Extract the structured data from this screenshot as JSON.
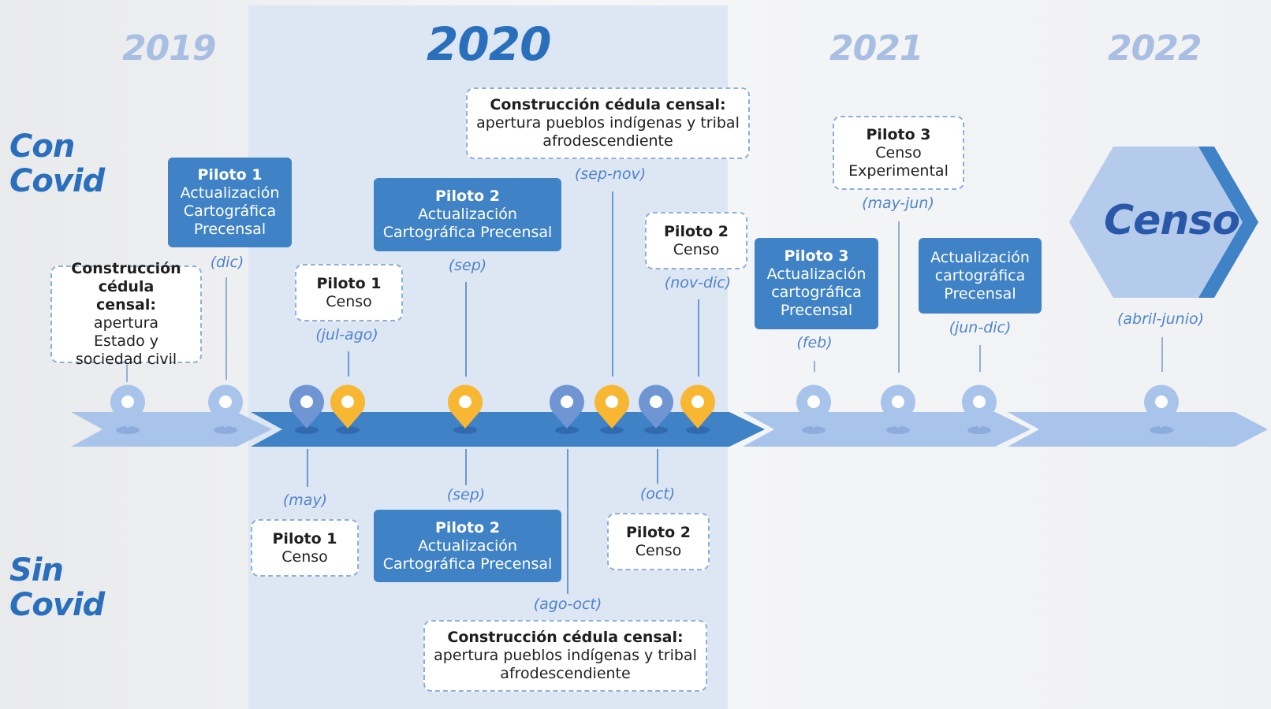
{
  "years": {
    "y2019": "2019",
    "y2020": "2020",
    "y2021": "2021",
    "y2022": "2022"
  },
  "rows": {
    "con_covid": [
      "Con",
      "Covid"
    ],
    "sin_covid": [
      "Sin",
      "Covid"
    ]
  },
  "colors": {
    "accent": "#2a6fbc",
    "box_solid": "#3f82c6",
    "pin_light": "#a9c4ea",
    "pin_blue": "#6f96d3",
    "pin_yellow": "#f8b733",
    "band_2020": "#dde6f3"
  },
  "top": {
    "construccion_estado": {
      "title": "Construcción cédula censal:",
      "body": "apertura Estado y sociedad civil"
    },
    "piloto1_act": {
      "title": "Piloto 1",
      "body1": "Actualización",
      "body2": "Cartográfica",
      "body3": "Precensal",
      "date": "(dic)"
    },
    "piloto1_censo": {
      "title": "Piloto 1",
      "body": "Censo",
      "date": "(jul-ago)"
    },
    "piloto2_act": {
      "title": "Piloto 2",
      "body1": "Actualización",
      "body2": "Cartográfica Precensal",
      "date": "(sep)"
    },
    "construccion_pueblos": {
      "title": "Construcción cédula censal:",
      "body1": "apertura pueblos indígenas y tribal",
      "body2": "afrodescendiente",
      "date": "(sep-nov)"
    },
    "piloto2_censo": {
      "title": "Piloto 2",
      "body": "Censo",
      "date": "(nov-dic)"
    },
    "piloto3_act": {
      "title": "Piloto 3",
      "body1": "Actualización",
      "body2": "cartográfica",
      "body3": "Precensal",
      "date": "(feb)"
    },
    "piloto3_censo": {
      "title": "Piloto 3",
      "body1": "Censo",
      "body2": "Experimental",
      "date": "(may-jun)"
    },
    "act_precensal": {
      "body1": "Actualización",
      "body2": "cartográfica",
      "body3": "Precensal",
      "date": "(jun-dic)"
    },
    "censo": {
      "label": "Censo",
      "date": "(abril-junio)"
    }
  },
  "bottom": {
    "piloto1_censo": {
      "title": "Piloto 1",
      "body": "Censo",
      "date": "(may)"
    },
    "piloto2_act": {
      "title": "Piloto 2",
      "body1": "Actualización",
      "body2": "Cartográfica Precensal",
      "date": "(sep)"
    },
    "construccion_pueblos": {
      "title": "Construcción cédula censal:",
      "body1": "apertura pueblos indígenas y tribal",
      "body2": "afrodescendiente",
      "date": "(ago-oct)"
    },
    "piloto2_censo": {
      "title": "Piloto 2",
      "body": "Censo",
      "date": "(oct)"
    }
  },
  "pins": [
    {
      "kind": "light"
    },
    {
      "kind": "light"
    },
    {
      "kind": "blue"
    },
    {
      "kind": "yellow"
    },
    {
      "kind": "yellow"
    },
    {
      "kind": "blue"
    },
    {
      "kind": "yellow"
    },
    {
      "kind": "blue"
    },
    {
      "kind": "yellow"
    },
    {
      "kind": "light"
    },
    {
      "kind": "light"
    },
    {
      "kind": "light"
    },
    {
      "kind": "light"
    }
  ]
}
